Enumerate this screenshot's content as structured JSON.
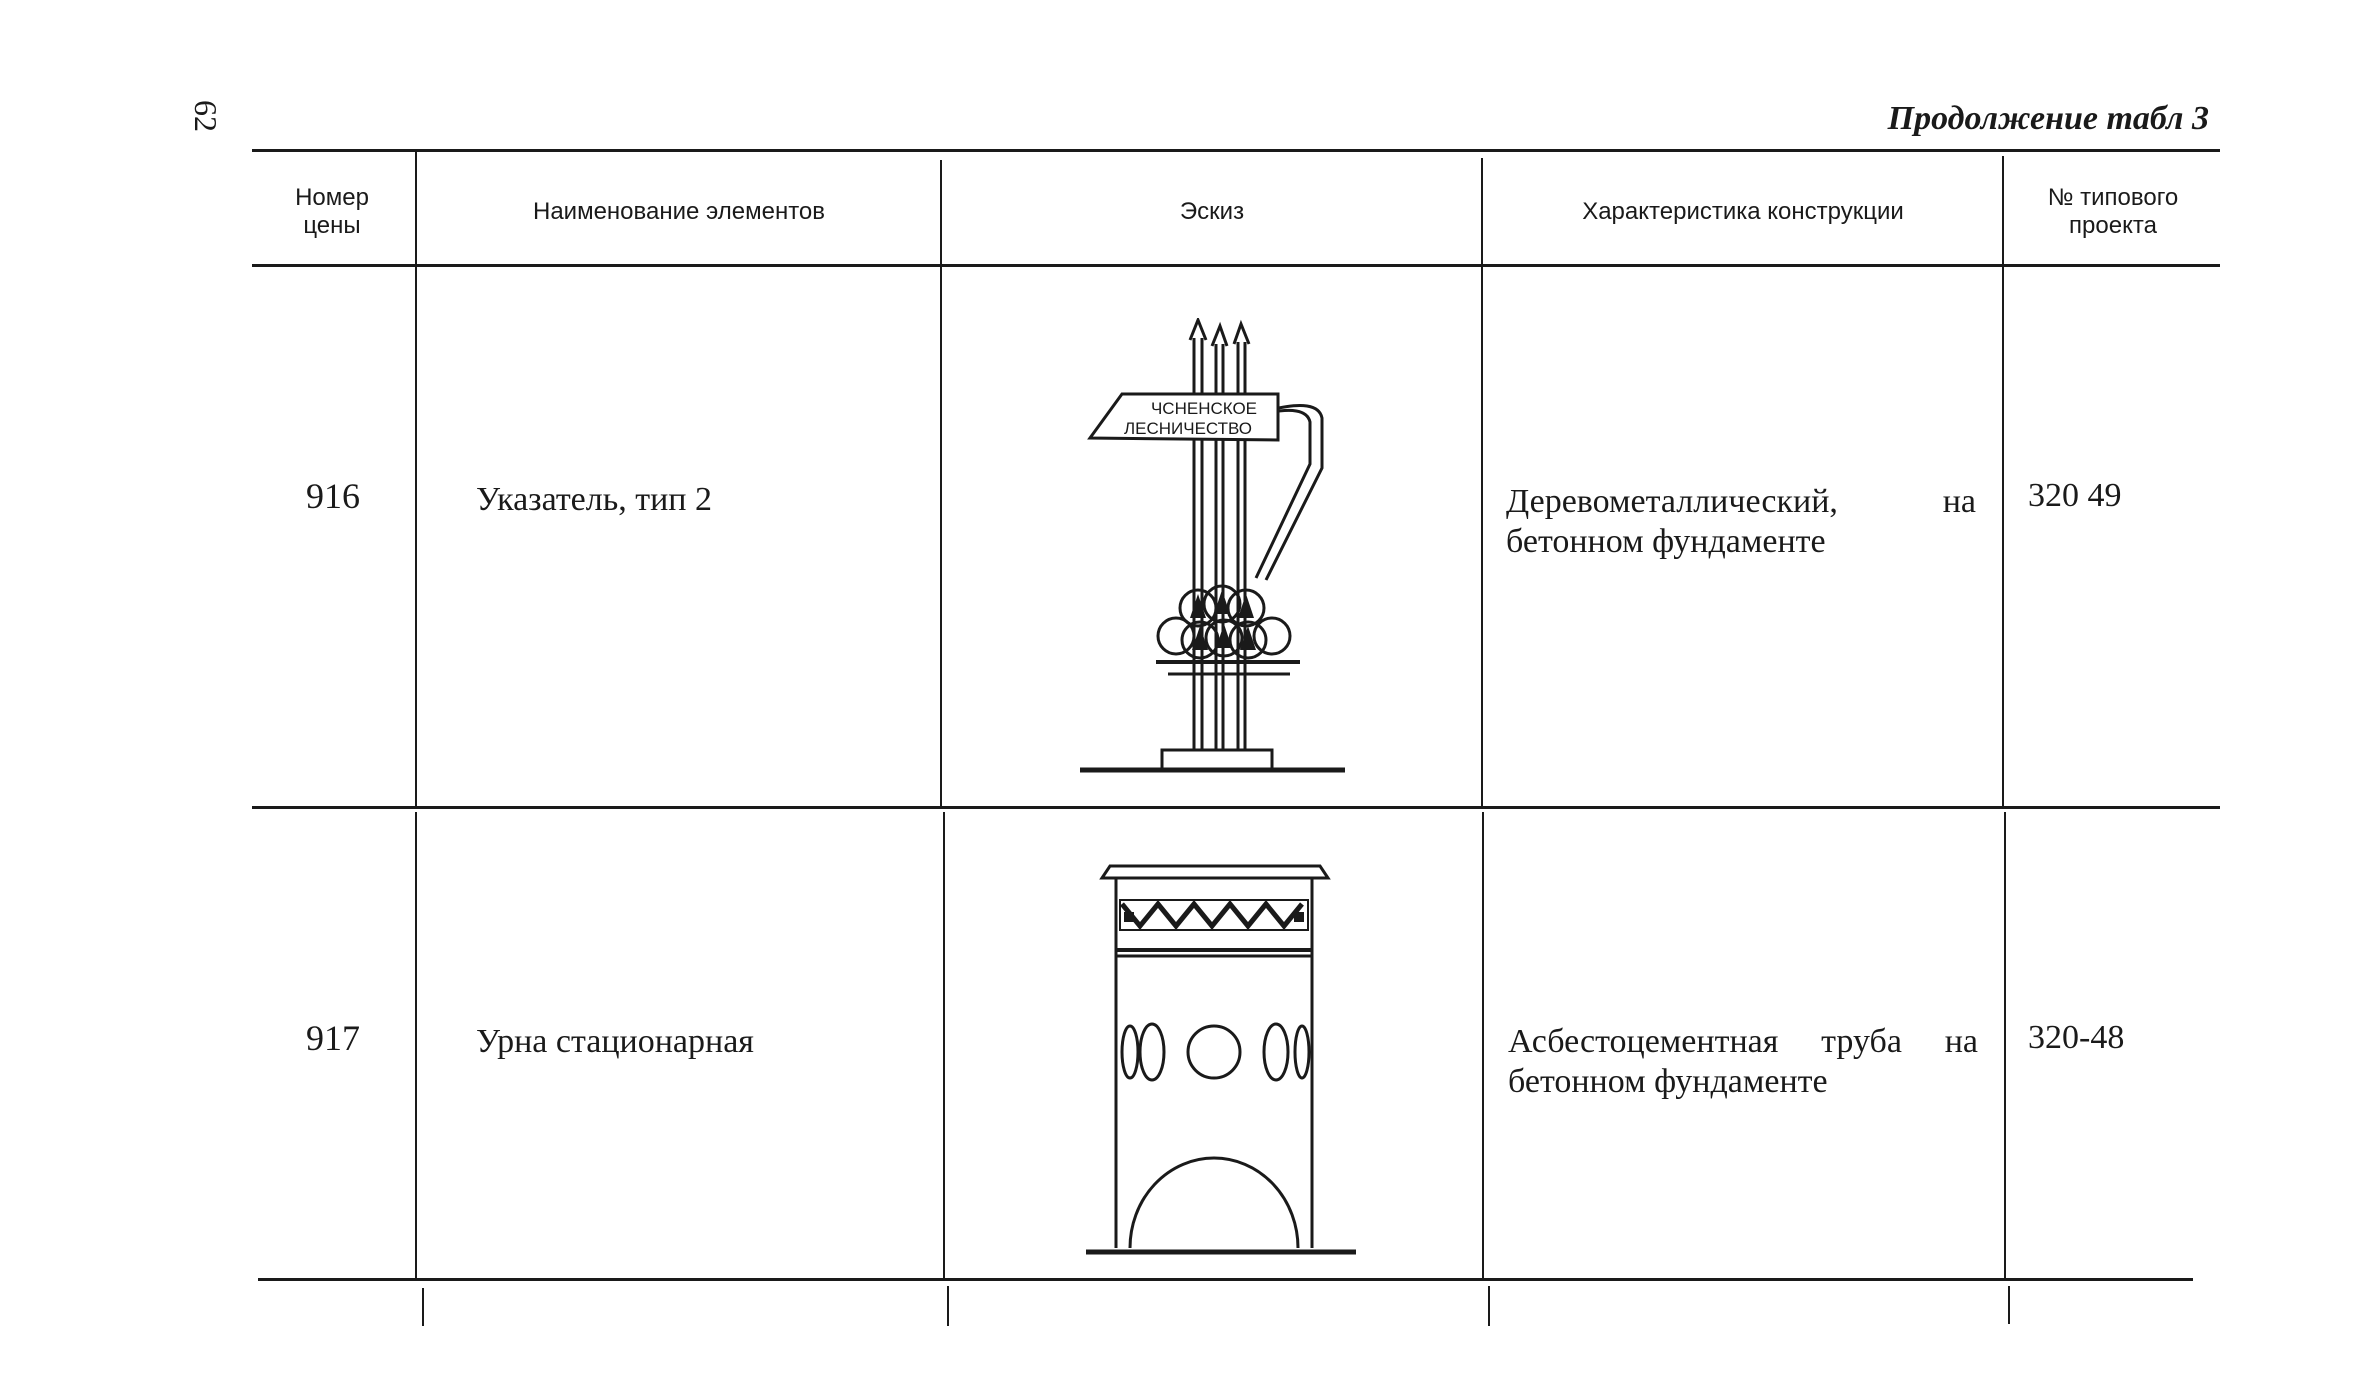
{
  "page": {
    "number": "62",
    "continuation": "Продолжение табл 3"
  },
  "table": {
    "headers": {
      "price_number": "Номер цены",
      "element_name": "Наименование элементов",
      "sketch": "Эскиз",
      "characteristics": "Характеристика конструкции",
      "project_number": "№ типового проекта"
    },
    "rows": [
      {
        "price_number": "916",
        "element_name": "Указатель, тип 2",
        "sketch_sign_text": [
          "ЧСНЕНСКОЕ",
          "ЛЕСНИЧЕСТВО"
        ],
        "characteristics": "Деревометаллический, на бетонном фундаменте",
        "project_number": "320 49"
      },
      {
        "price_number": "917",
        "element_name": "Урна стационарная",
        "characteristics": "Асбестоцементная труба на бетонном фундаменте",
        "project_number": "320-48"
      }
    ]
  }
}
